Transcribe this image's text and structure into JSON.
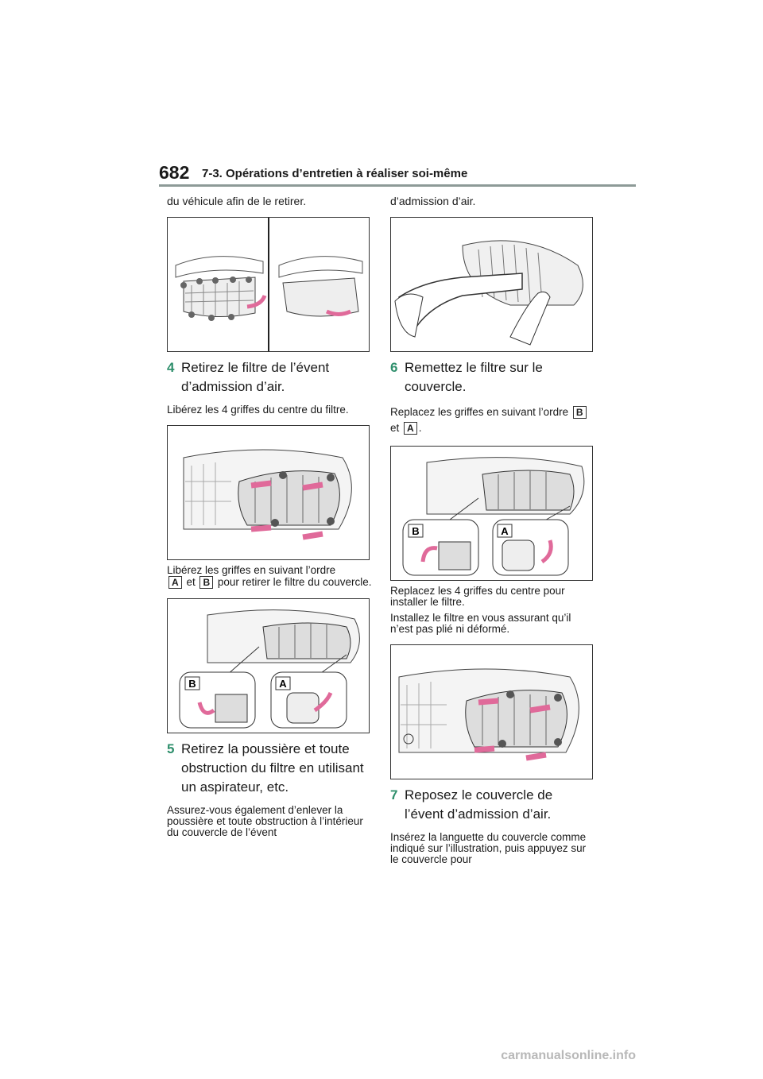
{
  "header": {
    "page_number": "682",
    "section_title": "7-3. Opérations d’entretien à réaliser soi-même"
  },
  "left": {
    "intro": "du véhicule afin de le retirer.",
    "step4": {
      "num": "4",
      "title": "Retirez le filtre de l’évent d’admission d’air."
    },
    "p4a": "Libérez les 4 griffes du centre du filtre.",
    "p4b_pre": "Libérez les griffes en suivant l’ordre",
    "badge_a": "A",
    "p4b_mid": "et",
    "badge_b": "B",
    "p4b_post": "pour retirer le filtre du couvercle.",
    "step5": {
      "num": "5",
      "title": "Retirez la poussière et toute obstruction du filtre en utilisant un aspirateur, etc."
    },
    "p5": "Assurez-vous également d’enlever la poussière et toute obstruction à l’intérieur du couvercle de l’évent",
    "fig3_label_b": "B",
    "fig3_label_a": "A"
  },
  "right": {
    "intro": "d’admission d’air.",
    "step6": {
      "num": "6",
      "title": "Remettez le filtre sur le couvercle."
    },
    "p6a_pre": "Replacez les griffes en suivant l’ordre",
    "badge_b": "B",
    "p6a_mid": "et",
    "badge_a": "A",
    "p6a_post": ".",
    "p6b": "Replacez les 4 griffes du centre pour installer le filtre.",
    "p6c": "Installez le filtre en vous assurant qu’il n’est pas plié ni déformé.",
    "step7": {
      "num": "7",
      "title": "Reposez le couvercle de l’évent d’admission d’air."
    },
    "p7": "Insérez la languette du couvercle comme indiqué sur l’illustration, puis appuyez sur le couvercle pour",
    "fig6_label_b": "B",
    "fig6_label_a": "A"
  },
  "footer": {
    "watermark": "carmanualsonline.info"
  }
}
